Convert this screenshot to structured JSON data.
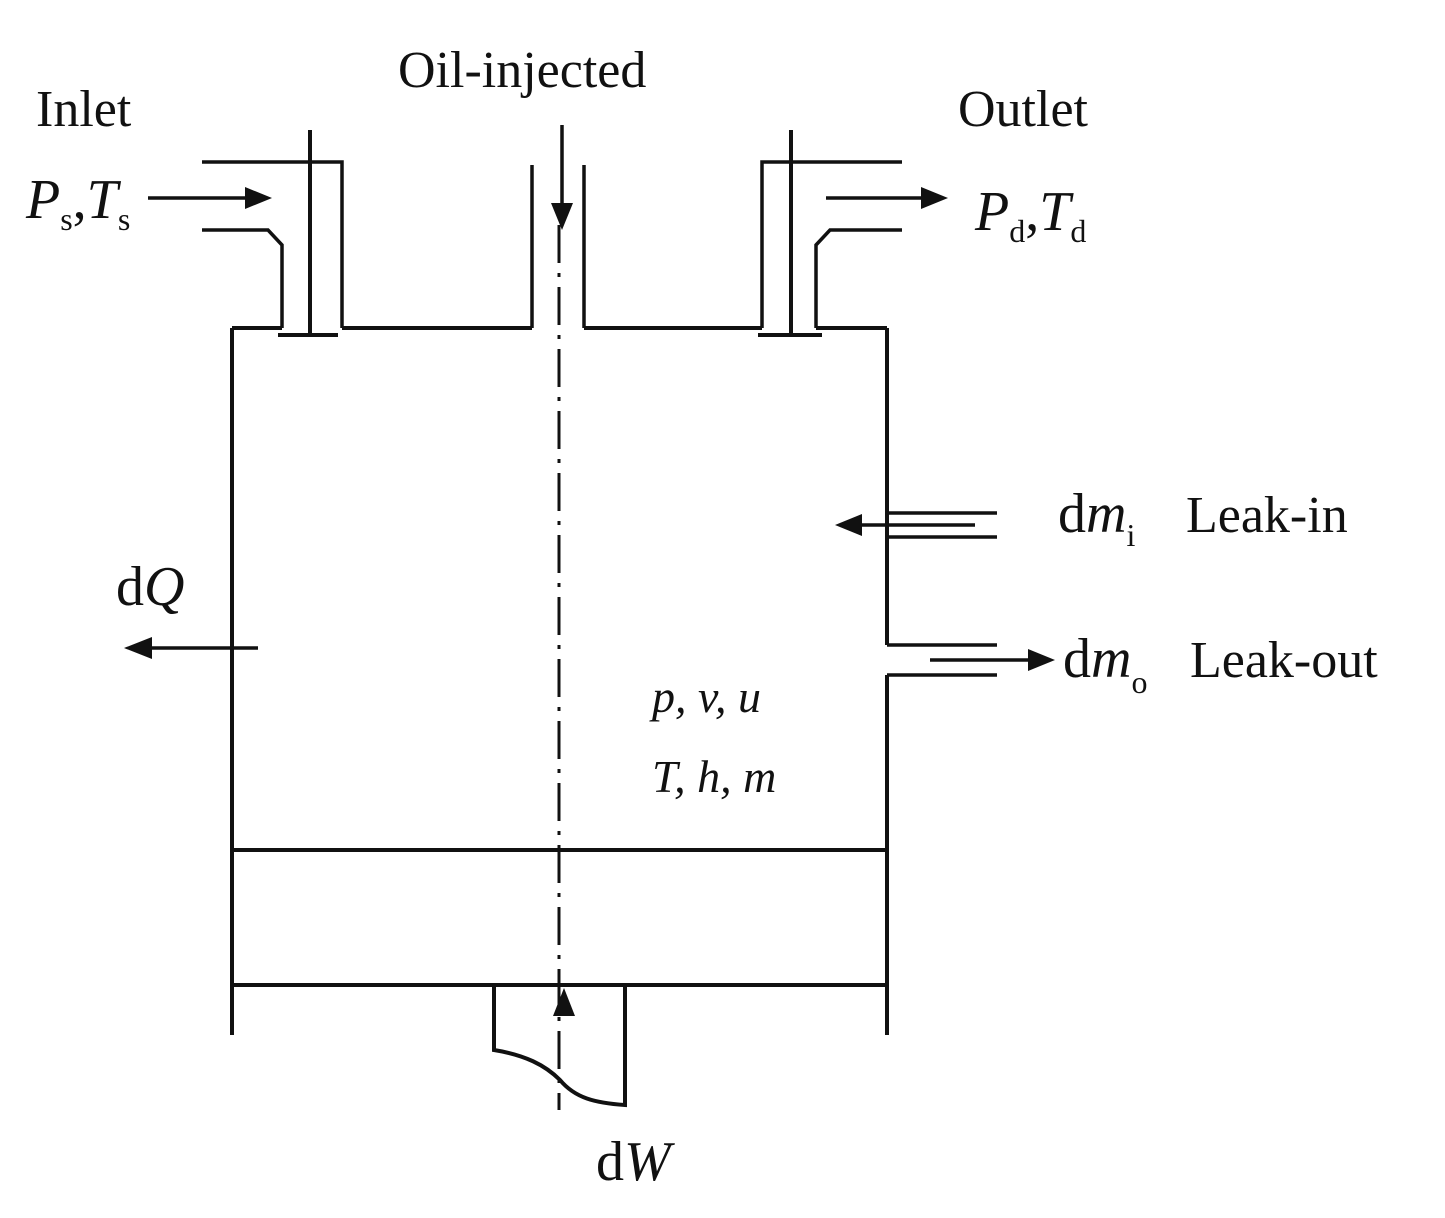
{
  "labels": {
    "inlet": "Inlet",
    "oil_injected": "Oil-injected",
    "outlet": "Outlet",
    "leak_in": "Leak-in",
    "leak_out": "Leak-out"
  },
  "symbols": {
    "inlet_p": "P",
    "inlet_p_sub": "s",
    "inlet_t": "T",
    "inlet_t_sub": "s",
    "outlet_p": "P",
    "outlet_p_sub": "d",
    "outlet_t": "T",
    "outlet_t_sub": "d",
    "comma": ",",
    "heat_d": "d",
    "heat_q": "Q",
    "leak_in_d": "d",
    "leak_in_m": "m",
    "leak_in_sub": "i",
    "leak_out_d": "d",
    "leak_out_m": "m",
    "leak_out_sub": "o",
    "work_d": "d",
    "work_w": "W"
  },
  "state": {
    "line1": "p, v, u",
    "line2": "T, h, m"
  }
}
